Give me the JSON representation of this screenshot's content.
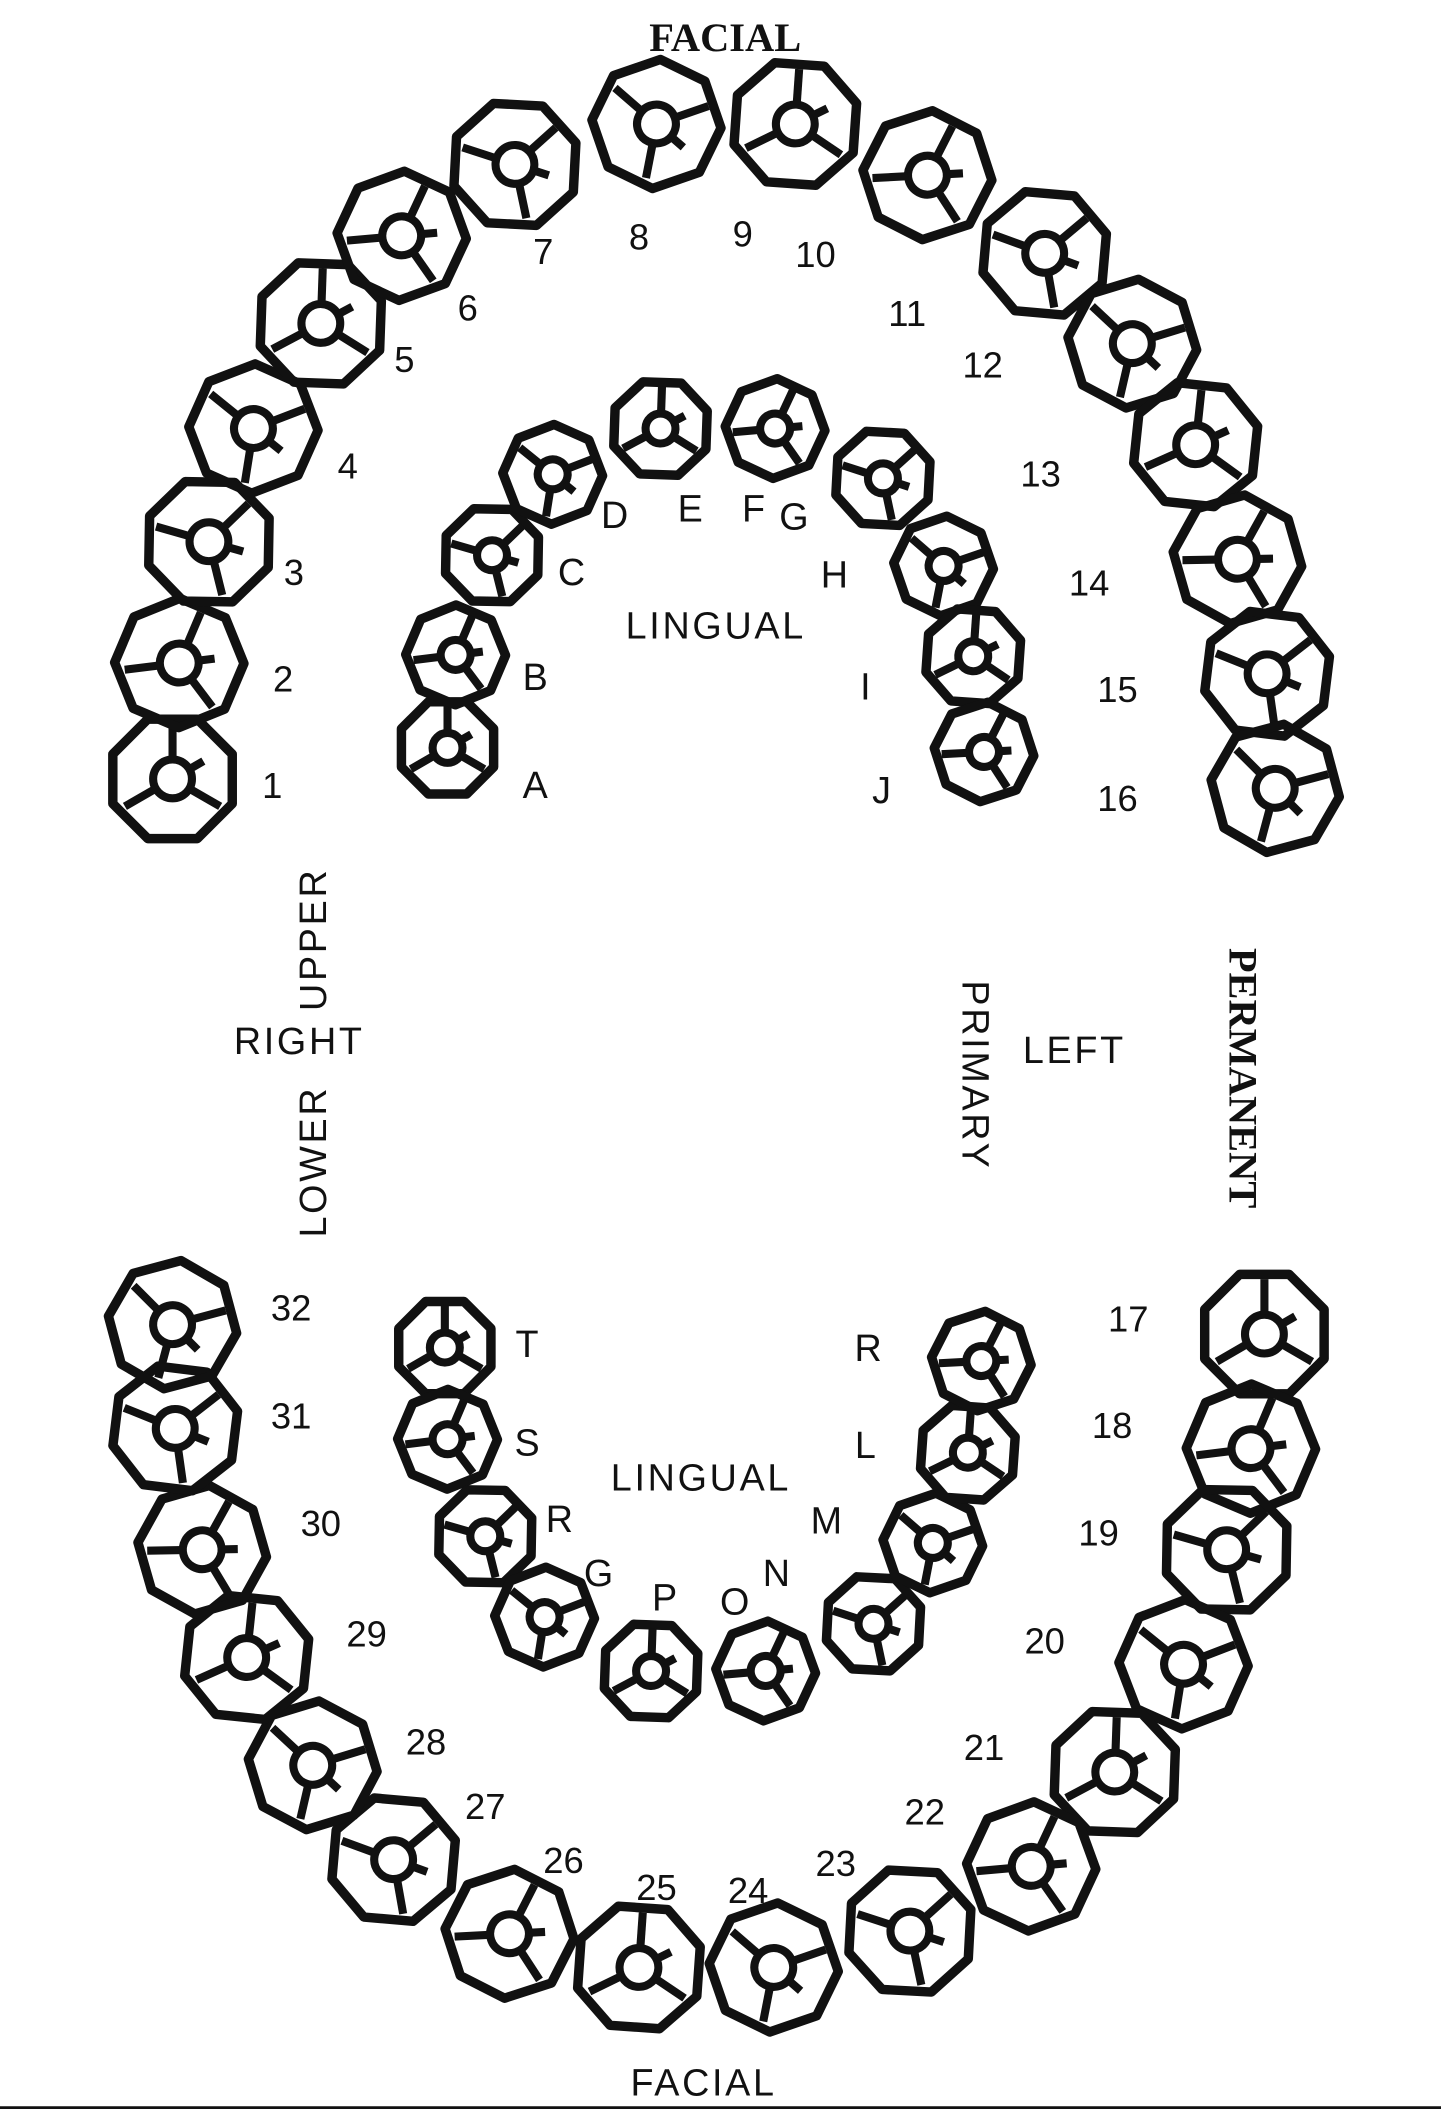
{
  "headings": {
    "facial_top": "FACIAL",
    "facial_bottom": "FACIAL",
    "lingual_upper": "LINGUAL",
    "lingual_lower": "LINGUAL",
    "right": "RIGHT",
    "left": "LEFT",
    "upper": "UPPER",
    "lower": "LOWER",
    "primary": "PRIMARY",
    "permanent": "PERMANENT"
  },
  "upper_permanent": [
    "1",
    "2",
    "3",
    "4",
    "5",
    "6",
    "7",
    "8",
    "9",
    "10",
    "11",
    "12",
    "13",
    "14",
    "15",
    "16"
  ],
  "upper_primary": [
    "A",
    "B",
    "C",
    "D",
    "E",
    "F",
    "G",
    "H",
    "I",
    "J"
  ],
  "lower_permanent": [
    "17",
    "18",
    "19",
    "20",
    "21",
    "22",
    "23",
    "24",
    "25",
    "26",
    "27",
    "28",
    "29",
    "30",
    "31",
    "32"
  ],
  "lower_primary": [
    "T",
    "S",
    "R",
    "G",
    "P",
    "O",
    "N",
    "M",
    "L",
    "R"
  ]
}
